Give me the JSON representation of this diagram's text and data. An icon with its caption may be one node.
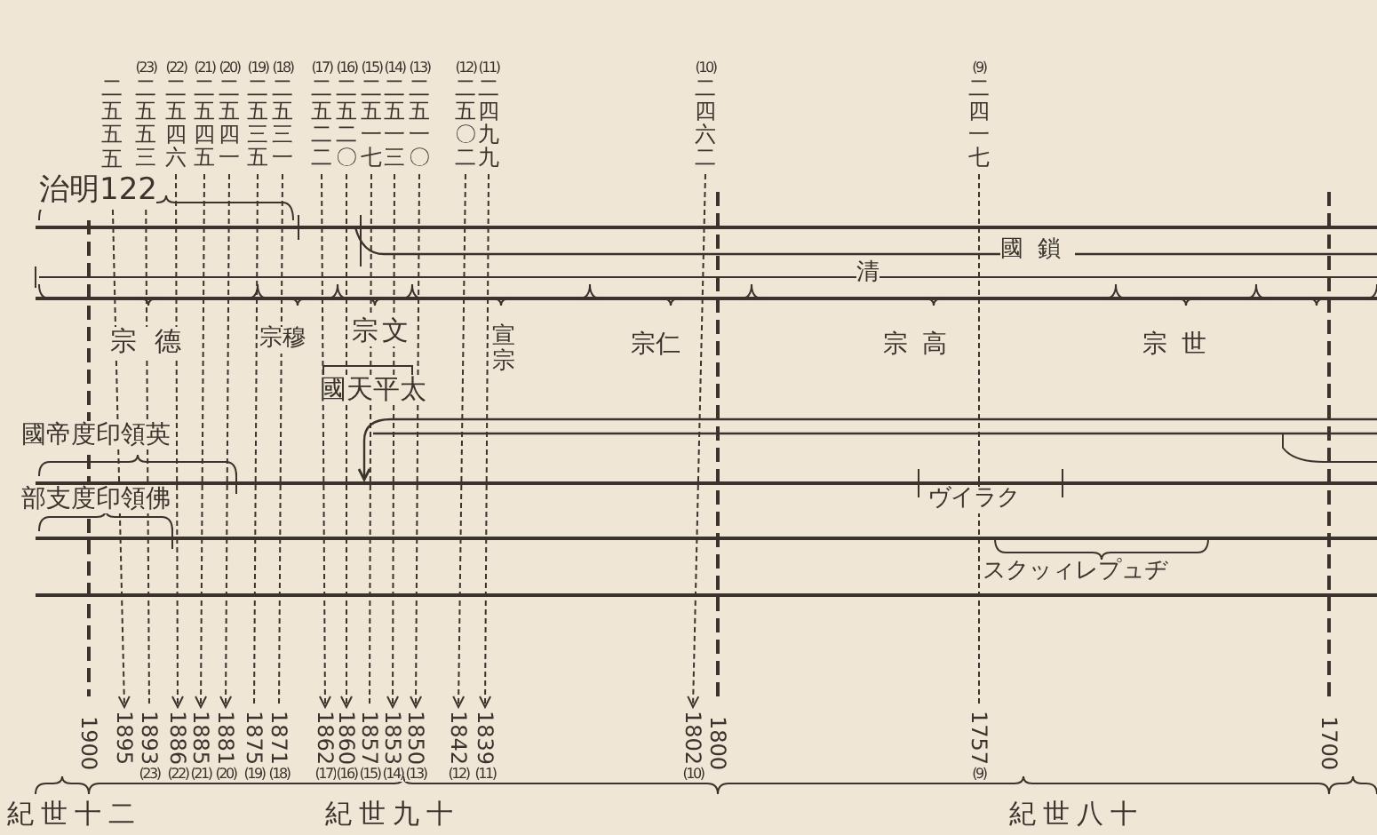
{
  "diagram": {
    "nodes": [
      {
        "text": [
          "二五五五"
        ]
      },
      {
        "text": [
          "(23)",
          "二五五三"
        ]
      },
      {
        "text": [
          "(22)",
          "二五四六"
        ]
      },
      {
        "text": [
          "(21)",
          "二五四五"
        ]
      },
      {
        "text": [
          "(20)",
          "二五四一"
        ]
      },
      {
        "text": [
          "(19)",
          "二五三五"
        ]
      },
      {
        "text": [
          "(18)",
          "二五三一"
        ]
      },
      {
        "text": [
          "(17)",
          "二五二二"
        ]
      },
      {
        "text": [
          "(16)",
          "二五二〇"
        ]
      },
      {
        "text": [
          "(15)",
          "二五一七"
        ]
      },
      {
        "text": [
          "(14)",
          "二五一三"
        ]
      },
      {
        "text": [
          "(13)",
          "二五一〇"
        ]
      },
      {
        "text": [
          "(12)",
          "二五〇二"
        ]
      },
      {
        "text": [
          "(11)",
          "二四九九"
        ]
      },
      {
        "text": [
          "(10)",
          "二四六二"
        ]
      },
      {
        "text": [
          "(9)",
          "二四一七"
        ]
      },
      {
        "text": [
          "1895"
        ]
      },
      {
        "text": [
          "1893",
          "(23)"
        ]
      },
      {
        "text": [
          "1886",
          "(22)"
        ]
      },
      {
        "text": [
          "1885",
          "(21)"
        ]
      },
      {
        "text": [
          "1881",
          "(20)"
        ]
      },
      {
        "text": [
          "1875",
          "(19)"
        ]
      },
      {
        "text": [
          "1871",
          "(18)"
        ]
      },
      {
        "text": [
          "1862",
          "(17)"
        ]
      },
      {
        "text": [
          "1860",
          "(16)"
        ]
      },
      {
        "text": [
          "1857",
          "(15)"
        ]
      },
      {
        "text": [
          "1853",
          "(14)"
        ]
      },
      {
        "text": [
          "1850",
          "(13)"
        ]
      },
      {
        "text": [
          "1842",
          "(12)"
        ]
      },
      {
        "text": [
          "1839",
          "(11)"
        ]
      },
      {
        "text": [
          "1802",
          "(10)"
        ]
      },
      {
        "text": [
          "1757",
          "(9)"
        ]
      },
      {
        "text": [
          "1900"
        ]
      },
      {
        "text": [
          "1800"
        ]
      },
      {
        "text": [
          "1700"
        ]
      },
      {
        "text": [
          "宣宗"
        ]
      }
    ],
    "edges": [
      {
        "from": 0,
        "to": 16,
        "arrow": "to",
        "style": "dashed"
      },
      {
        "from": 1,
        "to": 17,
        "arrow": "none",
        "style": "dashed"
      },
      {
        "from": 2,
        "to": 18,
        "arrow": "to",
        "style": "dashed"
      },
      {
        "from": 3,
        "to": 19,
        "arrow": "to",
        "style": "dashed"
      },
      {
        "from": 4,
        "to": 20,
        "arrow": "to",
        "style": "dashed"
      },
      {
        "from": 5,
        "to": 21,
        "arrow": "none",
        "style": "dashed"
      },
      {
        "from": 6,
        "to": 22,
        "arrow": "none",
        "style": "dashed"
      },
      {
        "from": 7,
        "to": 23,
        "arrow": "to",
        "style": "dashed"
      },
      {
        "from": 8,
        "to": 24,
        "arrow": "to",
        "style": "dashed"
      },
      {
        "from": 9,
        "to": 25,
        "arrow": "none",
        "style": "dashed"
      },
      {
        "from": 10,
        "to": 26,
        "arrow": "to",
        "style": "dashed"
      },
      {
        "from": 11,
        "to": 27,
        "arrow": "to",
        "style": "dashed"
      },
      {
        "from": 12,
        "to": 28,
        "arrow": "to",
        "style": "dashed"
      },
      {
        "from": 13,
        "to": 29,
        "arrow": "to",
        "style": "dashed"
      },
      {
        "from": 14,
        "to": 30,
        "arrow": "to",
        "style": "dashed"
      },
      {
        "from": 15,
        "to": 31,
        "arrow": "none",
        "style": "dashed"
      }
    ],
    "labels": [
      "治明122",
      "國鎖",
      "清",
      "宗德",
      "宗穆",
      "宗文",
      "宗仁",
      "宗高",
      "宗世",
      "國天平太",
      "國帝度印領英",
      "部支度印領佛",
      "ヴイラク",
      "スクッィレプュヂ",
      "紀世十二",
      "紀世九十",
      "紀世八十"
    ]
  }
}
